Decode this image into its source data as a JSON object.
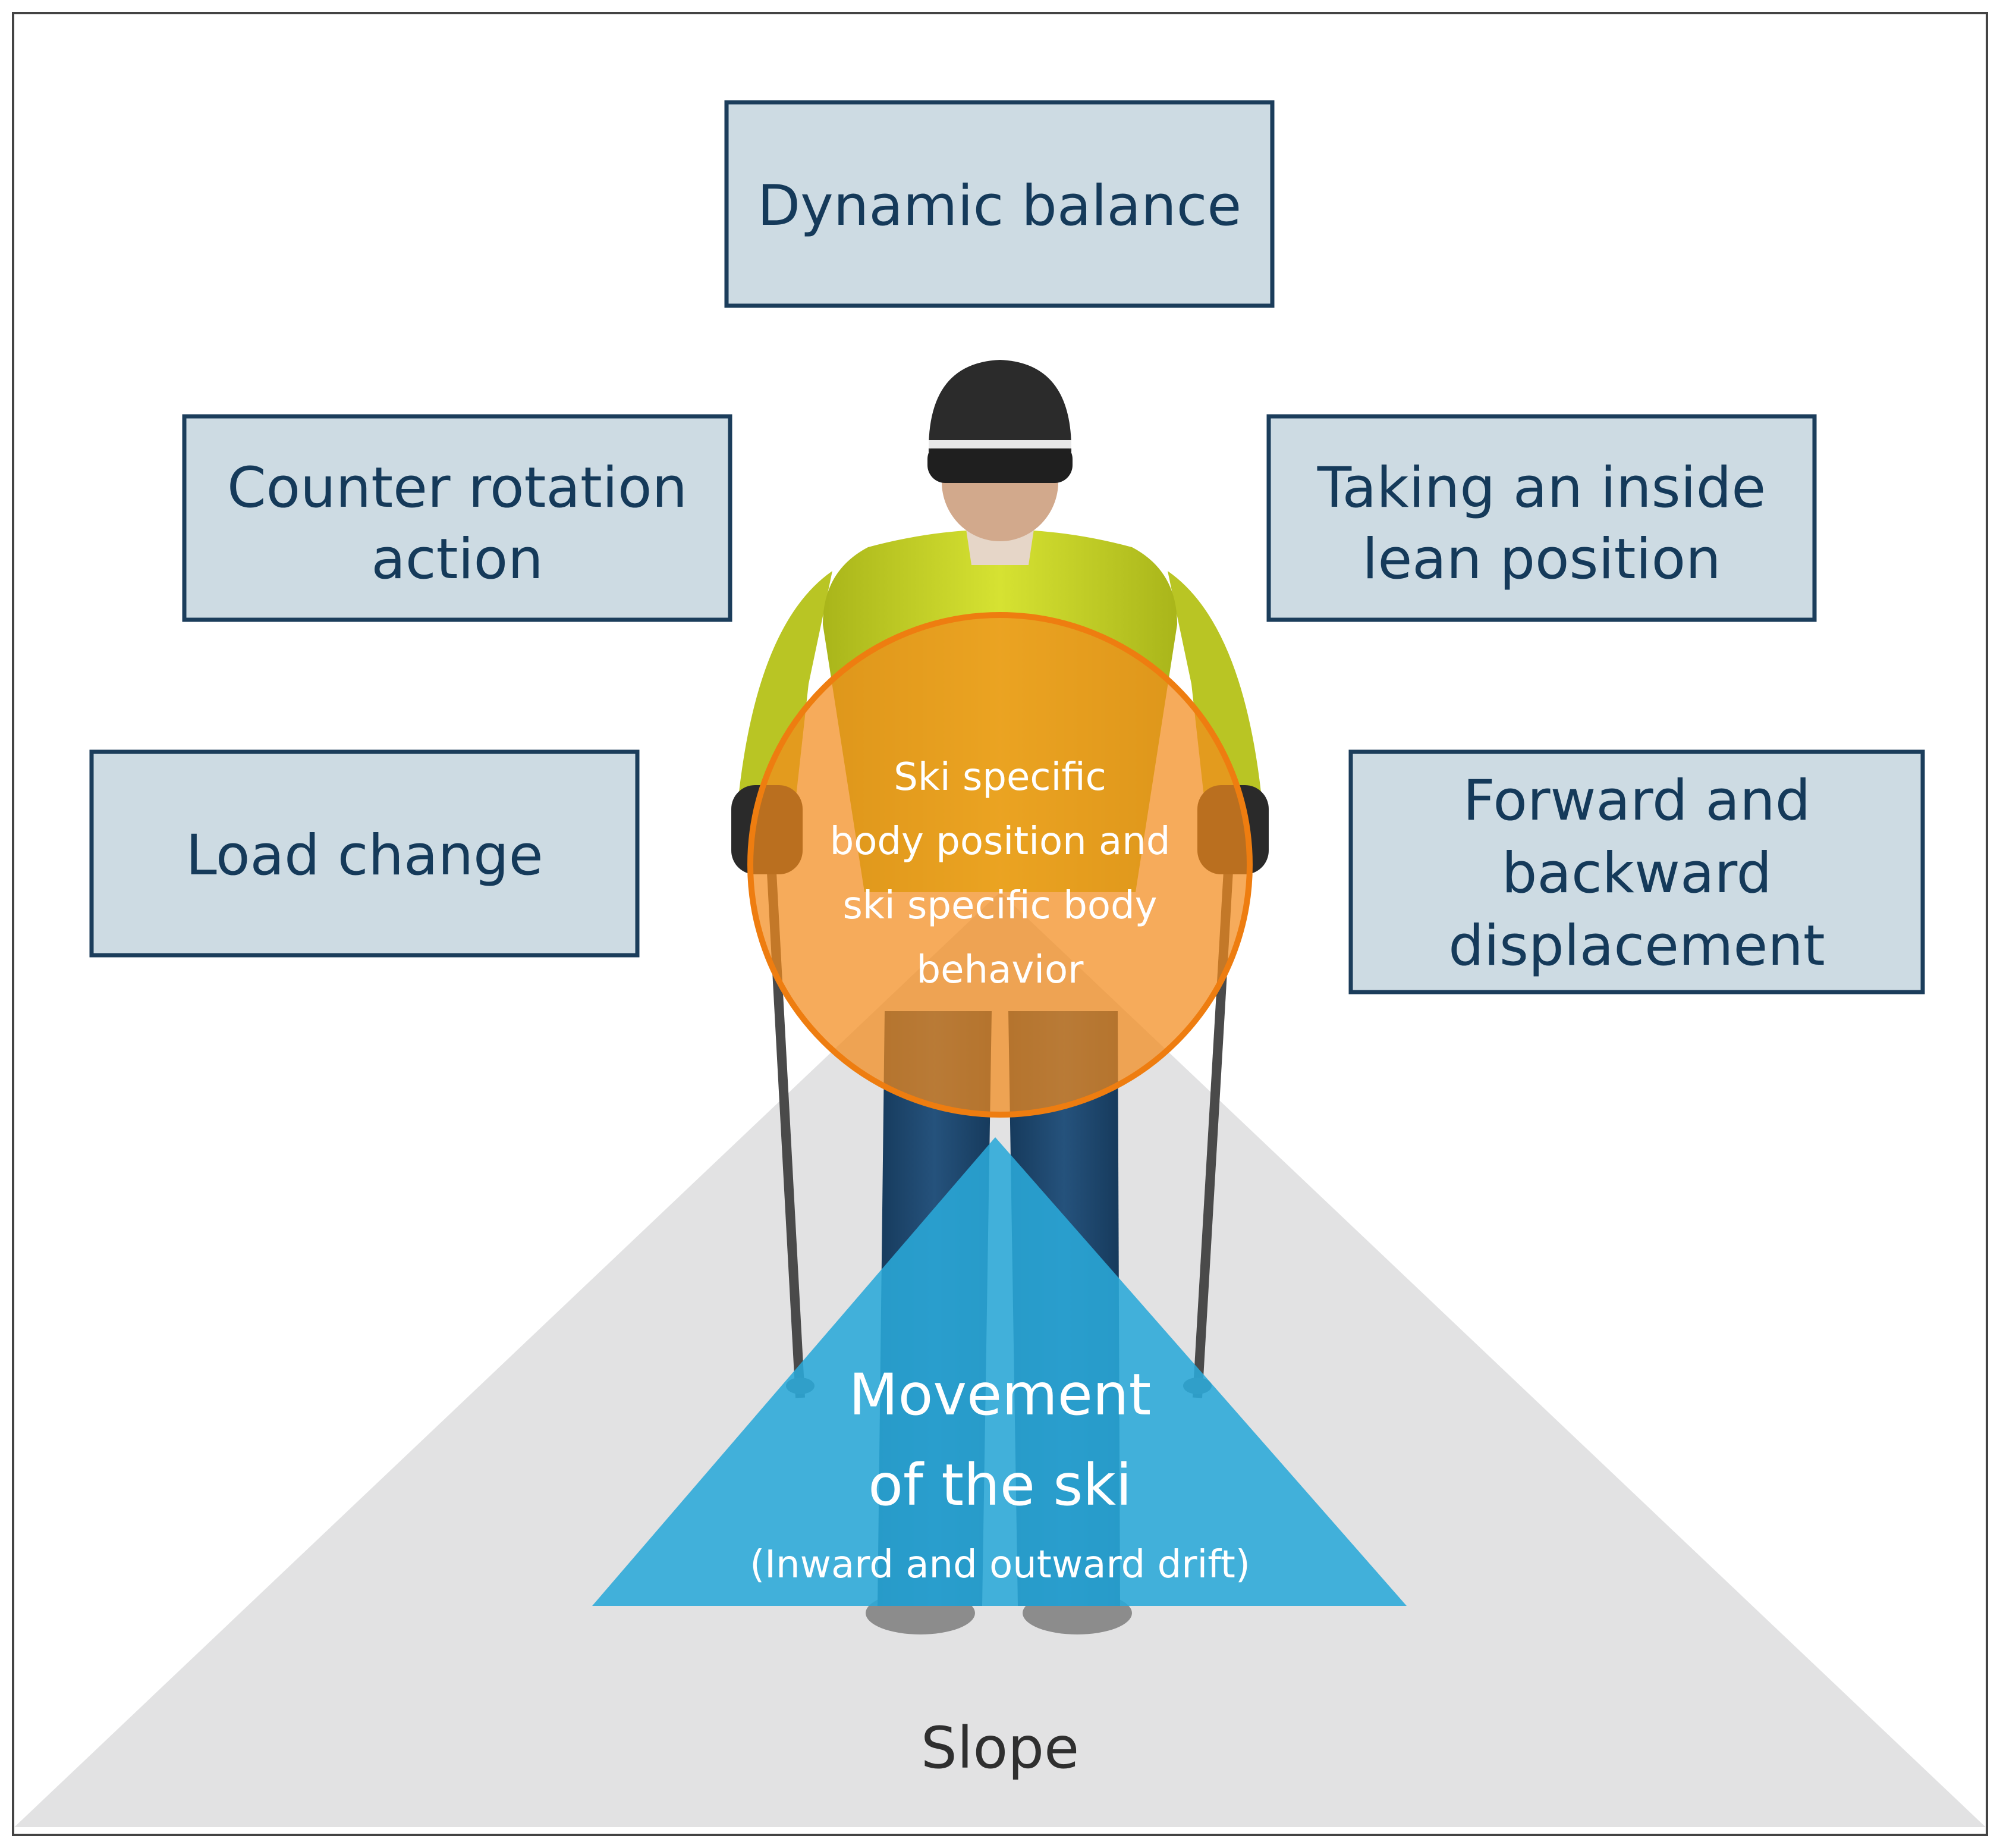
{
  "boxes": {
    "dynamic_balance": [
      "Dynamic balance"
    ],
    "counter_rotation": [
      "Counter rotation",
      "action"
    ],
    "inside_lean": [
      "Taking an inside",
      "lean position"
    ],
    "load_change": [
      "Load change"
    ],
    "forward_backward": [
      "Forward and",
      "backward",
      "displacement"
    ]
  },
  "center_circle": {
    "lines": [
      "Ski specific",
      "body position and",
      "ski specific body",
      "behavior"
    ],
    "color": "#f0922c"
  },
  "ski_triangle": {
    "line1": "Movement",
    "line2": "of the ski",
    "line3": "(Inward and outward drift)",
    "color": "#2aa8d8"
  },
  "slope_label": "Slope",
  "colors": {
    "box_fill": "#cddbe3",
    "box_border": "#1b3d5b",
    "box_text": "#153a5a",
    "slope": "#e2e2e3",
    "jacket": "#c8d62a",
    "pants": "#1f4a72"
  }
}
